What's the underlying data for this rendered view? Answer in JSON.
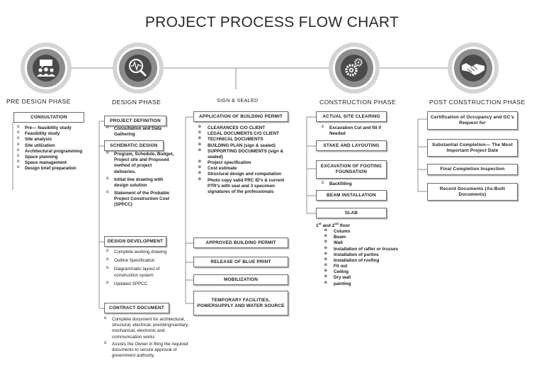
{
  "title": "PROJECT PROCESS FLOW CHART",
  "colors": {
    "ring_outer": "#d4d4d4",
    "ring_inner": "#8c8c8c",
    "disc": "#4a4a4a",
    "line": "#8c8c8c"
  },
  "phases": {
    "pre": {
      "label": "PRE DESIGN PHASE",
      "icon": "meeting-people-icon",
      "consultation": "CONSULTATION",
      "items": [
        "Pre— feasibility study",
        "Feasibility study",
        "Site analysis",
        "Site utilization",
        "Architectural programming",
        "Space planning",
        "Space management",
        "Design brief preparation"
      ]
    },
    "design": {
      "label": "DESIGN PHASE",
      "icon": "magnifier-pulse-icon",
      "definition": "PROJECT DEFINITION",
      "definition_items": [
        "Consultation and Data Gathering"
      ],
      "schematic": "SCHEMATIC DESIGN",
      "schematic_items": [
        "Program, Schedule, Budget, Project site and Proposed method of project deliveries.",
        "Initial line drawing with design solution",
        "Statement of the Probable Project Construction Cost (SPPCC)"
      ],
      "development": "DESIGN DEVELOPMENT",
      "development_items": [
        "Complete working drawing",
        "Outline Specification",
        "Diagrammatic layout of construction system",
        "Updated SPPCC"
      ],
      "contract": "CONTRACT DOCUMENT",
      "contract_items": [
        "Complete document for architectural, structural, electrical, plumbing/sanitary, mechanical, electronic and communication works",
        "Assists the Owner in filing the required documents to secure approval of government authority."
      ]
    },
    "sign": {
      "label": "SIGN & SEALED",
      "permit": "APPLICATION OF BUILDING PERMIT",
      "permit_items": [
        "CLEARANCES C/O CLIENT",
        "LEGAL DOCUMENTS C/O CLIENT",
        "TECHNICAL DOCUMENTS",
        "BUILDING PLAN (sign & sealed)",
        "SUPPORTING DOCUMENTS (sign & sealed)"
      ],
      "supporting_items": [
        "Project specification",
        "Cost estimate",
        "Structural design and computation",
        "Photo copy valid PRC ID's & current PTR's with seal and 3 specimen signatures of the professionals"
      ],
      "approved": "APPROVED BUILDING PERMIT",
      "release": "RELEASE OF BLUE PRINT",
      "mobilization": "MOBILIZATION",
      "temporary": "TEMPORARY FACILITIES, POWERSUPPLY AND WATER SOURCE"
    },
    "construction": {
      "label": "CONSTRUCTION PHASE",
      "icon": "gears-icon",
      "clearing": "ACTUAL SITE CLEARING",
      "clearing_items": [
        "Excavation Cut and fill if Needed"
      ],
      "stake": "STAKE AND LAYOUTING",
      "excavation": "EXCAVATION OF FOOTING FOUNDATION",
      "excavation_items": [
        "Backfilling"
      ],
      "beam": "BEAM INSTALLATION",
      "slab": "SLAB",
      "floor_heading": "1st and 2nd floor",
      "floor_items": [
        "Column",
        "Beam",
        "Wall",
        "Installation of rafter or trusses",
        "Installation of purlins",
        "Installation of roofing",
        "Fit out",
        "Ceiling",
        "Dry wall",
        "painting"
      ]
    },
    "post": {
      "label": "POST CONSTRUCTION PHASE",
      "icon": "handshake-icon",
      "certificate": "Certification of Occupancy and GC's Request for",
      "substantial": "Substantial Completion— The Most Important Project Date",
      "final": "Final Completion Inspection",
      "record": "Record Documents (As-Built Documents)"
    }
  }
}
